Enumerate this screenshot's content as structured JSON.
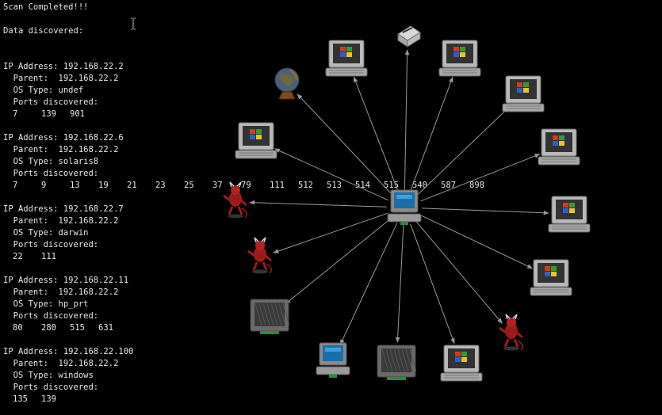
{
  "status": "Scan Completed!!!",
  "section_title": "Data discovered:",
  "hosts": [
    {
      "ip_line": "IP Address: 192.168.22.2",
      "parent_line": "  Parent:  192.168.22.2",
      "os_line": "  OS Type: undef",
      "ports_label": "  Ports discovered:",
      "ports": [
        "7",
        "139",
        "901"
      ]
    },
    {
      "ip_line": "IP Address: 192.168.22.6",
      "parent_line": "  Parent:  192.168.22.2",
      "os_line": "  OS Type: solaris8",
      "ports_label": "  Ports discovered:",
      "ports": [
        "7",
        "9",
        "13",
        "19",
        "21",
        "23",
        "25",
        "37",
        "79",
        "111",
        "512",
        "513",
        "514",
        "515",
        "540",
        "587",
        "898"
      ]
    },
    {
      "ip_line": "IP Address: 192.168.22.7",
      "parent_line": "  Parent:  192.168.22.2",
      "os_line": "  OS Type: darwin",
      "ports_label": "  Ports discovered:",
      "ports": [
        "22",
        "111"
      ]
    },
    {
      "ip_line": "IP Address: 192.168.22.11",
      "parent_line": "  Parent:  192.168.22.2",
      "os_line": "  OS Type: hp_prt",
      "ports_label": "  Ports discovered:",
      "ports": [
        "80",
        "280",
        "515",
        "631"
      ]
    },
    {
      "ip_line": "IP Address: 192.168.22.100",
      "parent_line": "  Parent:  192.168.22.2",
      "os_line": "  OS Type: windows",
      "ports_label": "  Ports discovered:",
      "ports": [
        "135",
        "139"
      ]
    }
  ],
  "network_map": {
    "center": {
      "kind": "monitor-icon-blue"
    },
    "nodes": [
      {
        "kind": "windows-computer-icon"
      },
      {
        "kind": "printer-icon"
      },
      {
        "kind": "windows-computer-icon"
      },
      {
        "kind": "windows-computer-icon"
      },
      {
        "kind": "windows-computer-icon"
      },
      {
        "kind": "windows-computer-icon"
      },
      {
        "kind": "windows-computer-icon"
      },
      {
        "kind": "bsd-daemon-icon"
      },
      {
        "kind": "windows-computer-icon"
      },
      {
        "kind": "blank-monitor-icon"
      },
      {
        "kind": "monitor-icon-blue"
      },
      {
        "kind": "blank-monitor-icon"
      },
      {
        "kind": "bsd-daemon-icon"
      },
      {
        "kind": "bsd-daemon-icon"
      },
      {
        "kind": "windows-computer-icon"
      },
      {
        "kind": "globe-icon"
      }
    ]
  }
}
